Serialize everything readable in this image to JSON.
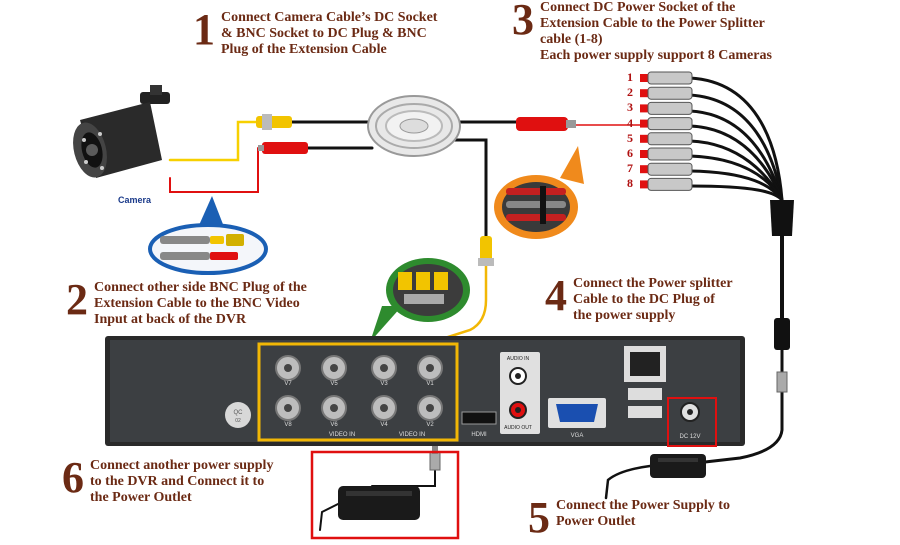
{
  "steps": [
    {
      "num": "1",
      "text": "Connect Camera Cable’s DC Socket\n& BNC Socket to DC Plug & BNC\nPlug of the Extension Cable"
    },
    {
      "num": "2",
      "text": "Connect other side BNC Plug of the\nExtension Cable to the BNC Video\nInput at back of the DVR"
    },
    {
      "num": "3",
      "text": "Connect DC Power Socket of the\nExtension Cable to the Power Splitter\ncable (1-8)\nEach power supply support 8 Cameras"
    },
    {
      "num": "4",
      "text": "Connect the Power splitter\nCable to the DC Plug of\nthe power supply"
    },
    {
      "num": "5",
      "text": "Connect the Power Supply to\nPower Outlet"
    },
    {
      "num": "6",
      "text": "Connect another power supply\nto the DVR and Connect it to\nthe Power Outlet"
    }
  ],
  "camera_label": "Camera",
  "splitter_numbers": [
    "1",
    "2",
    "3",
    "4",
    "5",
    "6",
    "7",
    "8"
  ],
  "dvr": {
    "bnc_labels_top": [
      "V7",
      "V5",
      "V3",
      "V1"
    ],
    "bnc_labels_bottom": [
      "V8",
      "V6",
      "V4",
      "V2"
    ],
    "video_in_label": "VIDEO IN",
    "audio_in_label": "AUDIO IN",
    "audio_out_label": "AUDIO OUT",
    "hdmi_label": "HDMI",
    "vga_label": "VGA",
    "dc_label": "DC 12V",
    "qc_label": "QC",
    "qc_code": "02"
  },
  "colors": {
    "text": "#6b2a14",
    "highlight_yellow": "#f2b705",
    "highlight_blue": "#1a5fb4",
    "highlight_orange": "#f08a1c",
    "highlight_green": "#2e8b2e",
    "highlight_red": "#e01010"
  }
}
